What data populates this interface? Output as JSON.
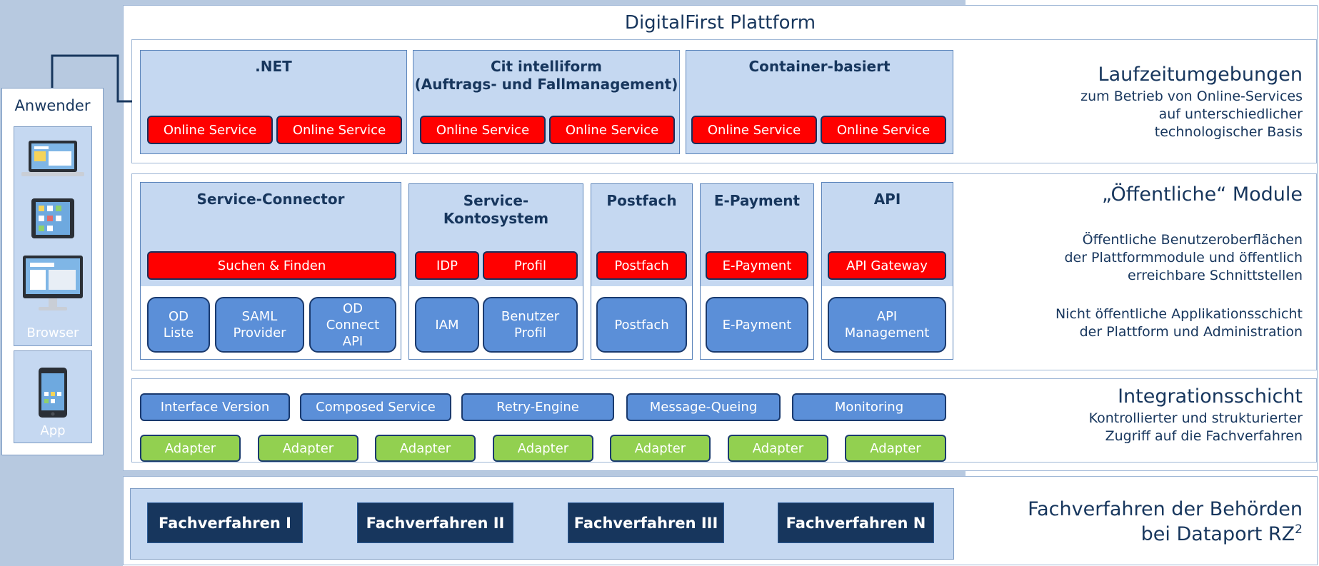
{
  "platform": {
    "title": "DigitalFirst Plattform"
  },
  "user": {
    "title": "Anwender",
    "browser_label": "Browser",
    "app_label": "App"
  },
  "runtime": {
    "groups": [
      {
        "title": ".NET",
        "services": [
          "Online Service",
          "Online Service"
        ]
      },
      {
        "title": "Cit intelliform\n(Auftrags- und Fallmanagement)",
        "services": [
          "Online Service",
          "Online Service"
        ]
      },
      {
        "title": "Container-basiert",
        "services": [
          "Online Service",
          "Online Service"
        ]
      }
    ],
    "heading": "Laufzeitumgebungen",
    "description": "zum Betrieb von Online-Services\nauf unterschiedlicher\ntechnologischer Basis"
  },
  "modules": {
    "groups": [
      {
        "title": "Service-Connector",
        "public": [
          "Suchen & Finden"
        ],
        "internal": [
          "OD\nListe",
          "SAML\nProvider",
          "OD\nConnect\nAPI"
        ]
      },
      {
        "title": "Service-\nKontosystem",
        "public": [
          "IDP",
          "Profil"
        ],
        "internal": [
          "IAM",
          "Benutzer\nProfil"
        ]
      },
      {
        "title": "Postfach",
        "public": [
          "Postfach"
        ],
        "internal": [
          "Postfach"
        ]
      },
      {
        "title": "E-Payment",
        "public": [
          "E-Payment"
        ],
        "internal": [
          "E-Payment"
        ]
      },
      {
        "title": "API",
        "public": [
          "API Gateway"
        ],
        "internal": [
          "API\nManagement"
        ]
      }
    ],
    "heading": "„Öffentliche“ Module",
    "public_desc": "Öffentliche Benutzeroberflächen\nder Plattformmodule und öffentlich\nerreichbare Schnittstellen",
    "internal_desc": "Nicht öffentliche Applikationsschicht\nder Plattform und Administration"
  },
  "integration": {
    "services": [
      "Interface Version",
      "Composed Service",
      "Retry-Engine",
      "Message-Queing",
      "Monitoring"
    ],
    "adapters": [
      "Adapter",
      "Adapter",
      "Adapter",
      "Adapter",
      "Adapter",
      "Adapter",
      "Adapter"
    ],
    "heading": "Integrationsschicht",
    "description": "Kontrollierter und strukturierter\nZugriff auf die Fachverfahren"
  },
  "backend": {
    "items": [
      "Fachverfahren I",
      "Fachverfahren II",
      "Fachverfahren III",
      "Fachverfahren N"
    ],
    "heading_line1": "Fachverfahren der Behörden",
    "heading_line2": "bei Dataport RZ",
    "heading_sup": "2"
  },
  "colors": {
    "public_red": "#ff0000",
    "internal_blue": "#5b8fd8",
    "adapter_green": "#92d050",
    "backend_navy": "#17365d",
    "background_band": "#b7c9e0"
  }
}
